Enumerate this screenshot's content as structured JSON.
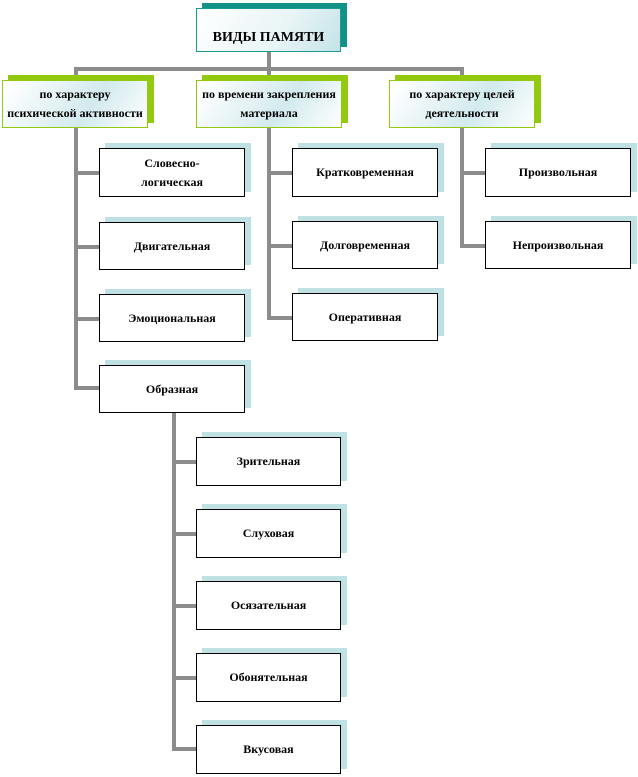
{
  "diagram": {
    "title": "ВИДЫ ПАМЯТИ",
    "categories": [
      {
        "label": "по характеру психической активности",
        "items": [
          "Словесно-логическая",
          "Двигательная",
          "Эмоциональная",
          "Образная"
        ],
        "subcategory": {
          "parent": "Образная",
          "items": [
            "Зрительная",
            "Слуховая",
            "Осязательная",
            "Обонятельная",
            "Вкусовая"
          ]
        }
      },
      {
        "label": "по времени закрепления материала",
        "items": [
          "Кратковременная",
          "Долговременная",
          "Оперативная"
        ]
      },
      {
        "label": "по характеру целей деятельности",
        "items": [
          "Произвольная",
          "Непроизвольная"
        ]
      }
    ],
    "colors": {
      "root_border": "#129186",
      "category_border": "#93c90e",
      "leaf_shadow": "#bfe1e4",
      "connector": "#8c8c8c"
    }
  }
}
